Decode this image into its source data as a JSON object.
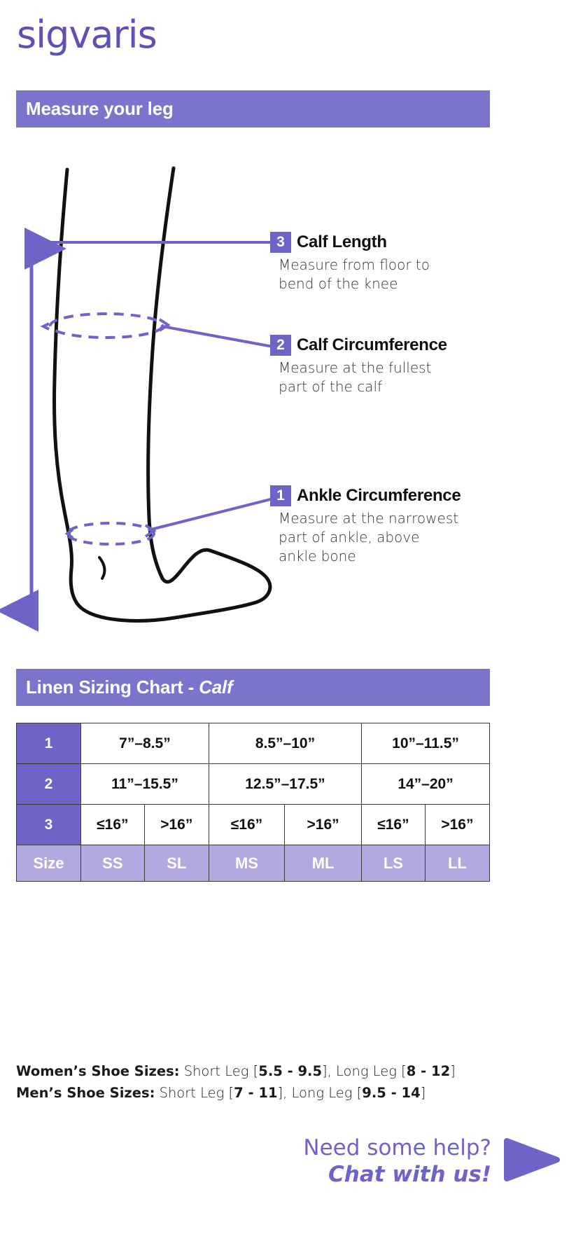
{
  "brand": {
    "logo_text": "sigvaris",
    "accent": "#6e64c8",
    "bar_color": "#7b74cc",
    "light_accent": "#b0aae0"
  },
  "measure_section": {
    "title": "Measure your leg"
  },
  "callouts": [
    {
      "number": "3",
      "title": "Calf Length",
      "description": "Measure from floor to\nbend of the knee"
    },
    {
      "number": "2",
      "title": "Calf Circumference",
      "description": "Measure at the fullest\npart of the calf"
    },
    {
      "number": "1",
      "title": "Ankle Circumference",
      "description": "Measure at the narrowest\npart of ankle, above\nankle bone"
    }
  ],
  "chart_section": {
    "title_main": "Linen Sizing Chart - ",
    "title_italic": "Calf"
  },
  "chart_data": {
    "type": "table",
    "title": "Linen Sizing Chart - Calf",
    "row_labels": [
      "1",
      "2",
      "3",
      "Size"
    ],
    "rows": [
      {
        "label": "1",
        "cells": [
          "7”–8.5”",
          "8.5”–10”",
          "10”–11.5”"
        ],
        "colspan": 2
      },
      {
        "label": "2",
        "cells": [
          "11”–15.5”",
          "12.5”–17.5”",
          "14”–20”"
        ],
        "colspan": 2
      },
      {
        "label": "3",
        "cells": [
          "≤16”",
          ">16”",
          "≤16”",
          ">16”",
          "≤16”",
          ">16”"
        ],
        "colspan": 1
      },
      {
        "label": "Size",
        "cells": [
          "SS",
          "SL",
          "MS",
          "ML",
          "LS",
          "LL"
        ],
        "colspan": 1
      }
    ],
    "legend": [
      "SS",
      "SL",
      "MS",
      "ML",
      "LS",
      "LL"
    ]
  },
  "shoe_sizes": {
    "women_label": "Women’s Shoe Sizes:",
    "women_short_prefix": " Short Leg [",
    "women_short_value": "5.5 - 9.5",
    "women_mid": "], Long Leg [",
    "women_long_value": "8 - 12",
    "women_suffix": "]",
    "men_label": "Men’s Shoe Sizes:",
    "men_short_prefix": " Short Leg [",
    "men_short_value": "7 - 11",
    "men_mid": "], Long Leg [",
    "men_long_value": "9.5 - 14",
    "men_suffix": "]"
  },
  "help": {
    "line1": "Need some help?",
    "line2": "Chat with us!",
    "icon": "play-triangle-icon"
  }
}
